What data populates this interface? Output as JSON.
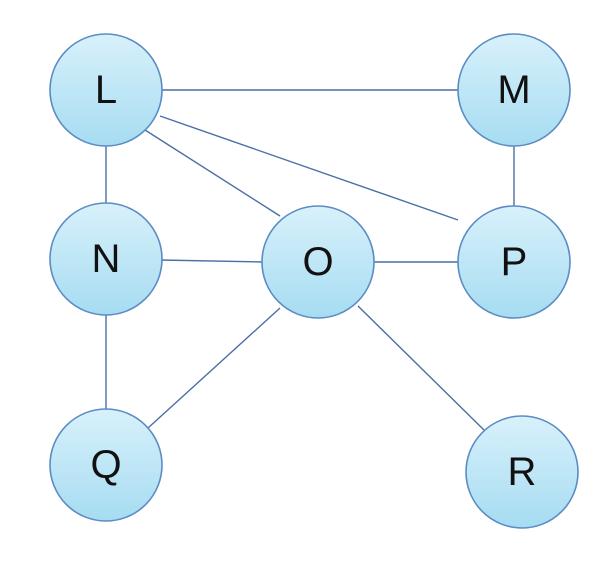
{
  "diagram": {
    "type": "undirected-graph",
    "colors": {
      "node_fill_top": "#d8f1fb",
      "node_fill_bottom": "#a6dcf1",
      "node_stroke": "#5b8cc4",
      "edge": "#4a6fa5",
      "label": "#111111"
    },
    "nodes": [
      {
        "id": "L",
        "label": "L"
      },
      {
        "id": "M",
        "label": "M"
      },
      {
        "id": "N",
        "label": "N"
      },
      {
        "id": "O",
        "label": "O"
      },
      {
        "id": "P",
        "label": "P"
      },
      {
        "id": "Q",
        "label": "Q"
      },
      {
        "id": "R",
        "label": "R"
      }
    ],
    "edges": [
      {
        "from": "L",
        "to": "M"
      },
      {
        "from": "L",
        "to": "N"
      },
      {
        "from": "L",
        "to": "O"
      },
      {
        "from": "L",
        "to": "P"
      },
      {
        "from": "M",
        "to": "P"
      },
      {
        "from": "N",
        "to": "O"
      },
      {
        "from": "N",
        "to": "Q"
      },
      {
        "from": "O",
        "to": "P"
      },
      {
        "from": "O",
        "to": "Q"
      },
      {
        "from": "O",
        "to": "R"
      }
    ]
  }
}
